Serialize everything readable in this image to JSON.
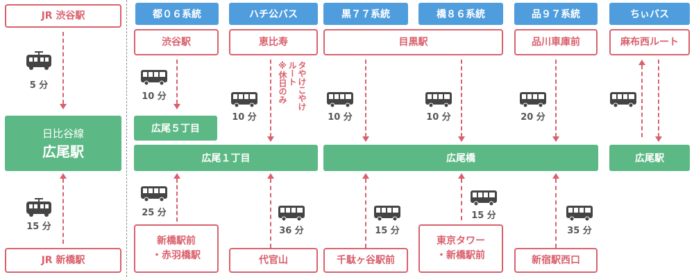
{
  "icons": {
    "train": "train-icon",
    "bus": "bus-icon"
  },
  "colors": {
    "red": "#d9606c",
    "blue": "#4f9ddd",
    "green": "#5cb884",
    "text": "#555555"
  },
  "train": {
    "top_station": "JR 渋谷駅",
    "top_time": "5 分",
    "hub_line": "日比谷線",
    "hub_station": "広尾駅",
    "bottom_time": "15 分",
    "bottom_station": "JR 新橋駅"
  },
  "routes": {
    "to06": "都０６系統",
    "hachiko": "ハチ公バス",
    "kuro77": "黒７７系統",
    "hashi86": "橋８６系統",
    "shina97": "品９７系統",
    "chii": "ちぃバス"
  },
  "origins": {
    "shibuya": "渋谷駅",
    "ebisu": "恵比寿",
    "meguro": "目黒駅",
    "shinagawa": "品川車庫前",
    "azabu": "麻布西ルート"
  },
  "hachiko_note": {
    "line1": "タやけこやけ",
    "line2": "ルート",
    "line3": "※休日のみ"
  },
  "stops": {
    "hiroo5": "広尾５丁目",
    "hiroo1": "広尾１丁目",
    "hiroobashi": "広尾橋",
    "hiroo_station": "広尾駅"
  },
  "times_top": {
    "to06": "10 分",
    "hachiko": "10 分",
    "kuro77": "10 分",
    "hashi86": "10 分",
    "shina97": "20 分"
  },
  "times_bottom": {
    "shinbashi": "25 分",
    "daikanyama": "36 分",
    "sendagaya": "15 分",
    "tokyotower": "15 分",
    "shinjuku": "35 分"
  },
  "destinations": {
    "shinbashi_l1": "新橋駅前",
    "shinbashi_l2": "・赤羽橋駅",
    "daikanyama": "代官山",
    "sendagaya": "千駄ヶ谷駅前",
    "tokyotower_l1": "東京タワー",
    "tokyotower_l2": "・新橋駅前",
    "shinjuku": "新宿駅西口"
  }
}
